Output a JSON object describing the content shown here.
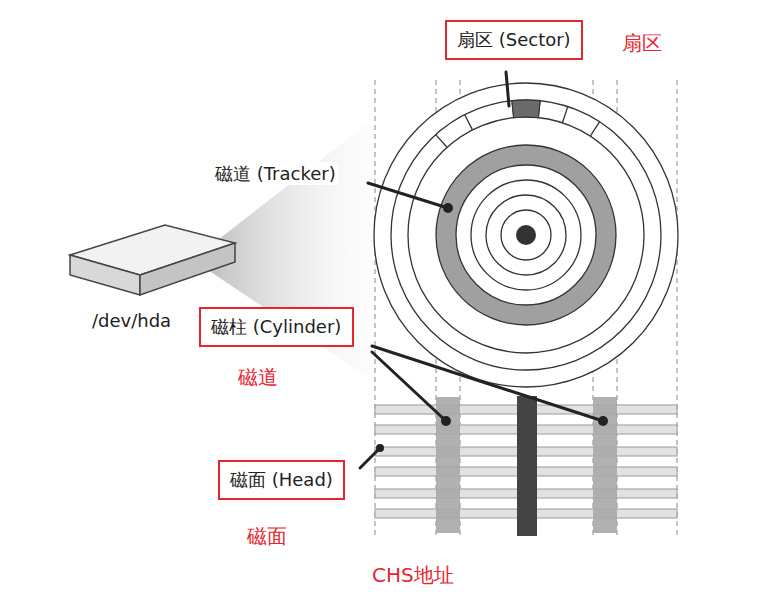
{
  "diagram": {
    "nodes": [
      {
        "text": [
          "扇区 (Sector)"
        ]
      },
      {
        "text": [
          "磁柱 (Cylinder)"
        ]
      },
      {
        "text": [
          "磁面 (Head)"
        ]
      }
    ],
    "labels": [
      "扇区",
      "磁道 (Tracker)",
      "/dev/hda",
      "磁道",
      "磁面",
      "CHS地址"
    ]
  }
}
